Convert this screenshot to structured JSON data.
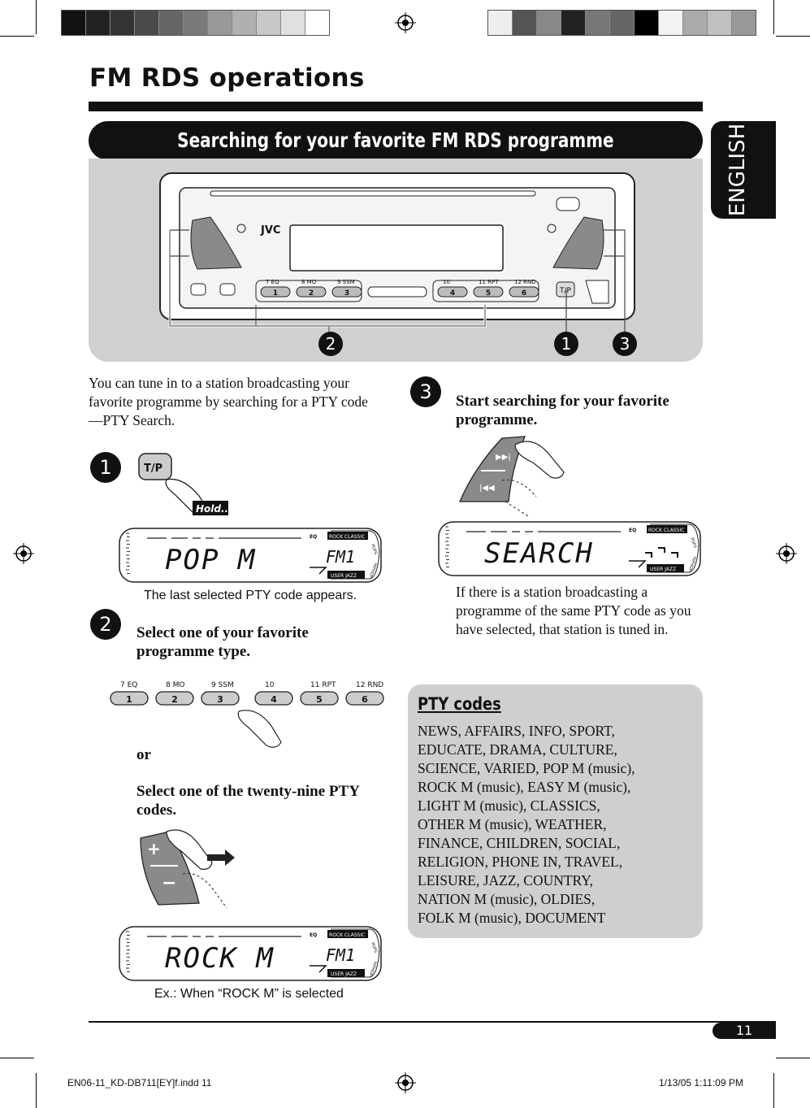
{
  "header": {
    "page_title": "FM RDS operations",
    "section_title": "Searching for your favorite FM RDS programme",
    "language_tab": "ENGLISH"
  },
  "colors": {
    "black": "#111111",
    "panel_gray": "#d0d0d0",
    "pty_box": "#cfcfcf"
  },
  "illustration": {
    "brand": "JVC",
    "preset_labels": [
      "7  EQ",
      "8  MO",
      "9  SSM",
      "10",
      "11  RPT",
      "12  RND"
    ],
    "preset_numbers": [
      "1",
      "2",
      "3",
      "4",
      "5",
      "6"
    ],
    "tp_button": "T/P",
    "callouts": [
      "2",
      "1",
      "3"
    ]
  },
  "intro": "You can tune in to a station broadcasting your favorite programme by searching for a PTY code —PTY Search.",
  "step1": {
    "number": "1",
    "button_label": "T/P",
    "hold_label": "Hold....",
    "display_text": "POP M",
    "display_band": "FM1",
    "caption": "The last selected PTY code appears."
  },
  "step2": {
    "number": "2",
    "heading": "Select one of your favorite programme type.",
    "or_label": "or",
    "heading_alt": "Select one of the twenty-nine PTY codes.",
    "display_text": "ROCK M",
    "display_band": "FM1",
    "caption": "Ex.: When “ROCK M” is selected"
  },
  "step3": {
    "number": "3",
    "heading": "Start searching for your favorite programme.",
    "display_text": "SEARCH",
    "body": "If there is a station broadcasting a programme of the same PTY code as you have selected, that station is tuned in."
  },
  "lcd_labels": {
    "eq": "EQ",
    "top": "ROCK  CLASSIC",
    "bottom": "USER  JAZZ",
    "pops": "POPS",
    "hiphop": "HIPHOP"
  },
  "pty": {
    "title": "PTY codes",
    "lines": [
      "NEWS, AFFAIRS, INFO, SPORT,",
      "EDUCATE, DRAMA, CULTURE,",
      "SCIENCE, VARIED, POP M (music),",
      "ROCK M (music), EASY M (music),",
      "LIGHT M (music), CLASSICS,",
      "OTHER M (music), WEATHER,",
      "FINANCE, CHILDREN, SOCIAL,",
      "RELIGION, PHONE IN, TRAVEL,",
      "LEISURE, JAZZ, COUNTRY,",
      "NATION M (music), OLDIES,",
      "FOLK M (music), DOCUMENT"
    ]
  },
  "footer": {
    "page_number": "11",
    "slug_left": "EN06-11_KD-DB711[EY]f.indd   11",
    "slug_right": "1/13/05   1:11:09 PM"
  }
}
